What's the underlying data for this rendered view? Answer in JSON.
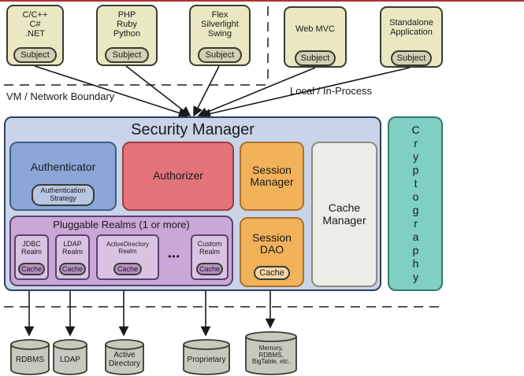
{
  "clients": [
    {
      "label": "C/C++\nC#\n.NET",
      "subject": "Subject"
    },
    {
      "label": "PHP\nRuby\nPython",
      "subject": "Subject"
    },
    {
      "label": "Flex\nSilverlight\nSwing",
      "subject": "Subject"
    },
    {
      "label": "Web MVC",
      "subject": "Subject"
    },
    {
      "label": "Standalone\nApplication",
      "subject": "Subject"
    }
  ],
  "boundaries": {
    "vm_network": "VM / Network Boundary",
    "local": "Local / In-Process"
  },
  "security_manager": {
    "title": "Security Manager",
    "authenticator": "Authenticator",
    "authentication_strategy": "Authentication\nStrategy",
    "authorizer": "Authorizer",
    "session_manager": "Session\nManager",
    "cache_manager": "Cache\nManager",
    "session_dao": "Session\nDAO",
    "session_dao_cache": "Cache",
    "pluggable_realms": "Pluggable Realms (1 or more)",
    "realms": [
      {
        "label": "JDBC\nRealm",
        "cache": "Cache"
      },
      {
        "label": "LDAP\nRealm",
        "cache": "Cache"
      },
      {
        "label": "ActiveDirectory\nRealm",
        "cache": "Cache"
      },
      {
        "label": "Custom\nRealm",
        "cache": "Cache"
      }
    ],
    "ellipsis": "•••"
  },
  "cryptography": "Cryptography",
  "datastores": [
    "RDBMS",
    "LDAP",
    "Active\nDirectory",
    "Proprietary",
    "Memory,\nRDBMS,\nBigTable, etc."
  ],
  "colors": {
    "client_fill": "#e9e8c2",
    "security_manager": "#c9d4e8",
    "authenticator": "#8aa7d8",
    "authorizer": "#e2747a",
    "session": "#f2b25a",
    "cache_manager": "#eeece6",
    "realms_fill": "#c9a7d6",
    "cryptography": "#7fcfc2",
    "datastore": "#c8c8bf"
  }
}
